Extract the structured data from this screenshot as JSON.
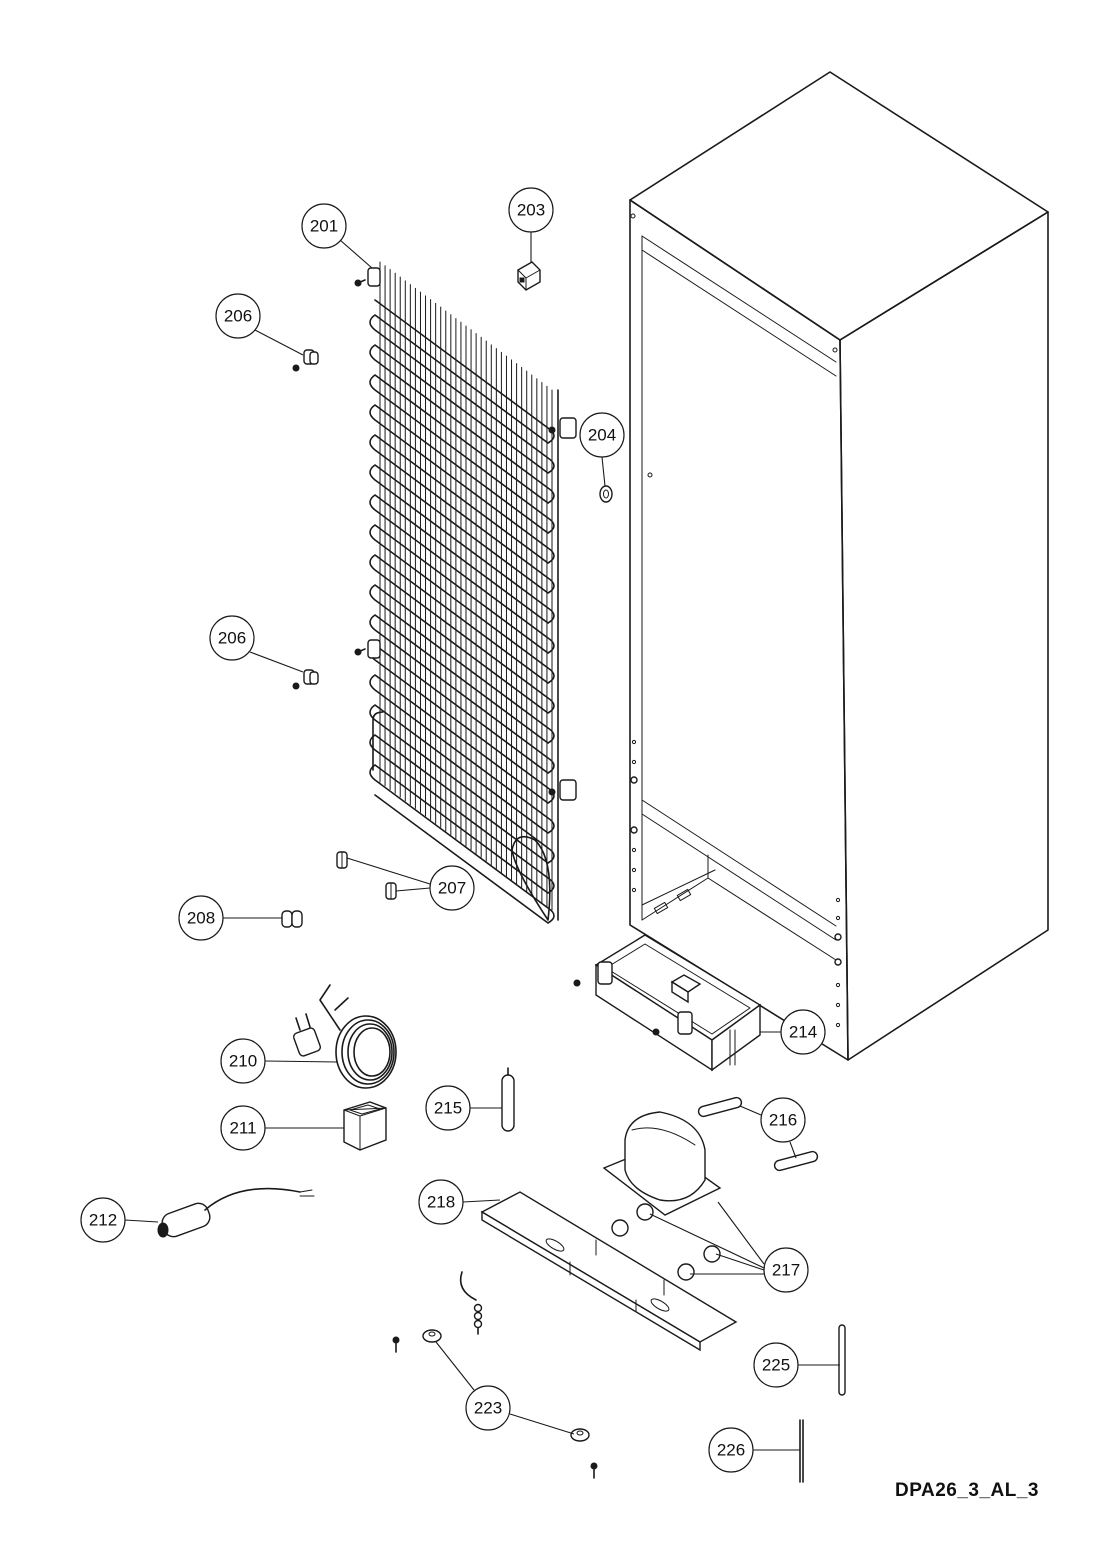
{
  "drawing_code": "DPA26_3_AL_3",
  "callouts": [
    {
      "id": "c201",
      "label": "201"
    },
    {
      "id": "c203",
      "label": "203"
    },
    {
      "id": "c204",
      "label": "204"
    },
    {
      "id": "c206a",
      "label": "206"
    },
    {
      "id": "c206b",
      "label": "206"
    },
    {
      "id": "c207",
      "label": "207"
    },
    {
      "id": "c208",
      "label": "208"
    },
    {
      "id": "c210",
      "label": "210"
    },
    {
      "id": "c211",
      "label": "211"
    },
    {
      "id": "c212",
      "label": "212"
    },
    {
      "id": "c214",
      "label": "214"
    },
    {
      "id": "c215",
      "label": "215"
    },
    {
      "id": "c216",
      "label": "216"
    },
    {
      "id": "c217",
      "label": "217"
    },
    {
      "id": "c218",
      "label": "218"
    },
    {
      "id": "c223",
      "label": "223"
    },
    {
      "id": "c225",
      "label": "225"
    },
    {
      "id": "c226",
      "label": "226"
    }
  ]
}
